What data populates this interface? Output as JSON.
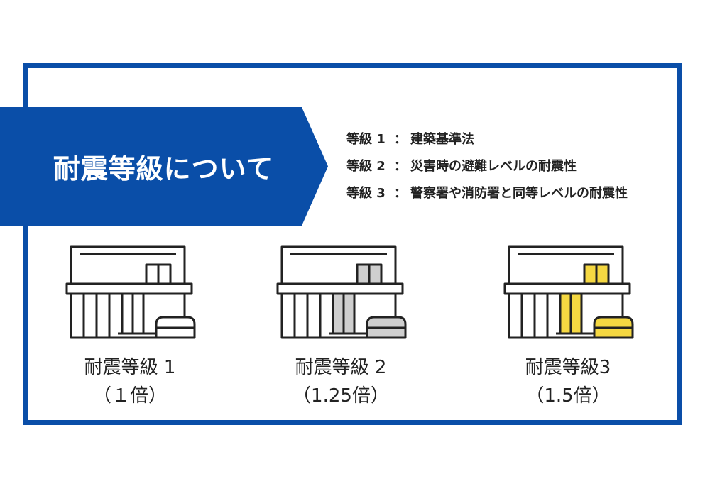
{
  "banner": {
    "title": "耐震等級について",
    "color": "#0a4ea8"
  },
  "grades": [
    {
      "label": "等級 1",
      "separator": "：",
      "description": "建築基準法"
    },
    {
      "label": "等級 2",
      "separator": "：",
      "description": "災害時の避難レベルの耐震性"
    },
    {
      "label": "等級 3",
      "separator": "：",
      "description": "警察署や消防署と同等レベルの耐震性"
    }
  ],
  "houses": [
    {
      "icon": "house-icon",
      "name": "耐震等級 1",
      "multiplier": "（１倍）",
      "fill_color": "#ffffff"
    },
    {
      "icon": "house-icon",
      "name": "耐震等級 2",
      "multiplier": "（1.25倍）",
      "fill_color": "#cfcfcf"
    },
    {
      "icon": "house-icon",
      "name": "耐震等級3",
      "multiplier": "（1.5倍）",
      "fill_color": "#f5d842"
    }
  ],
  "colors": {
    "frame": "#0a4ea8",
    "outline": "#222222"
  }
}
